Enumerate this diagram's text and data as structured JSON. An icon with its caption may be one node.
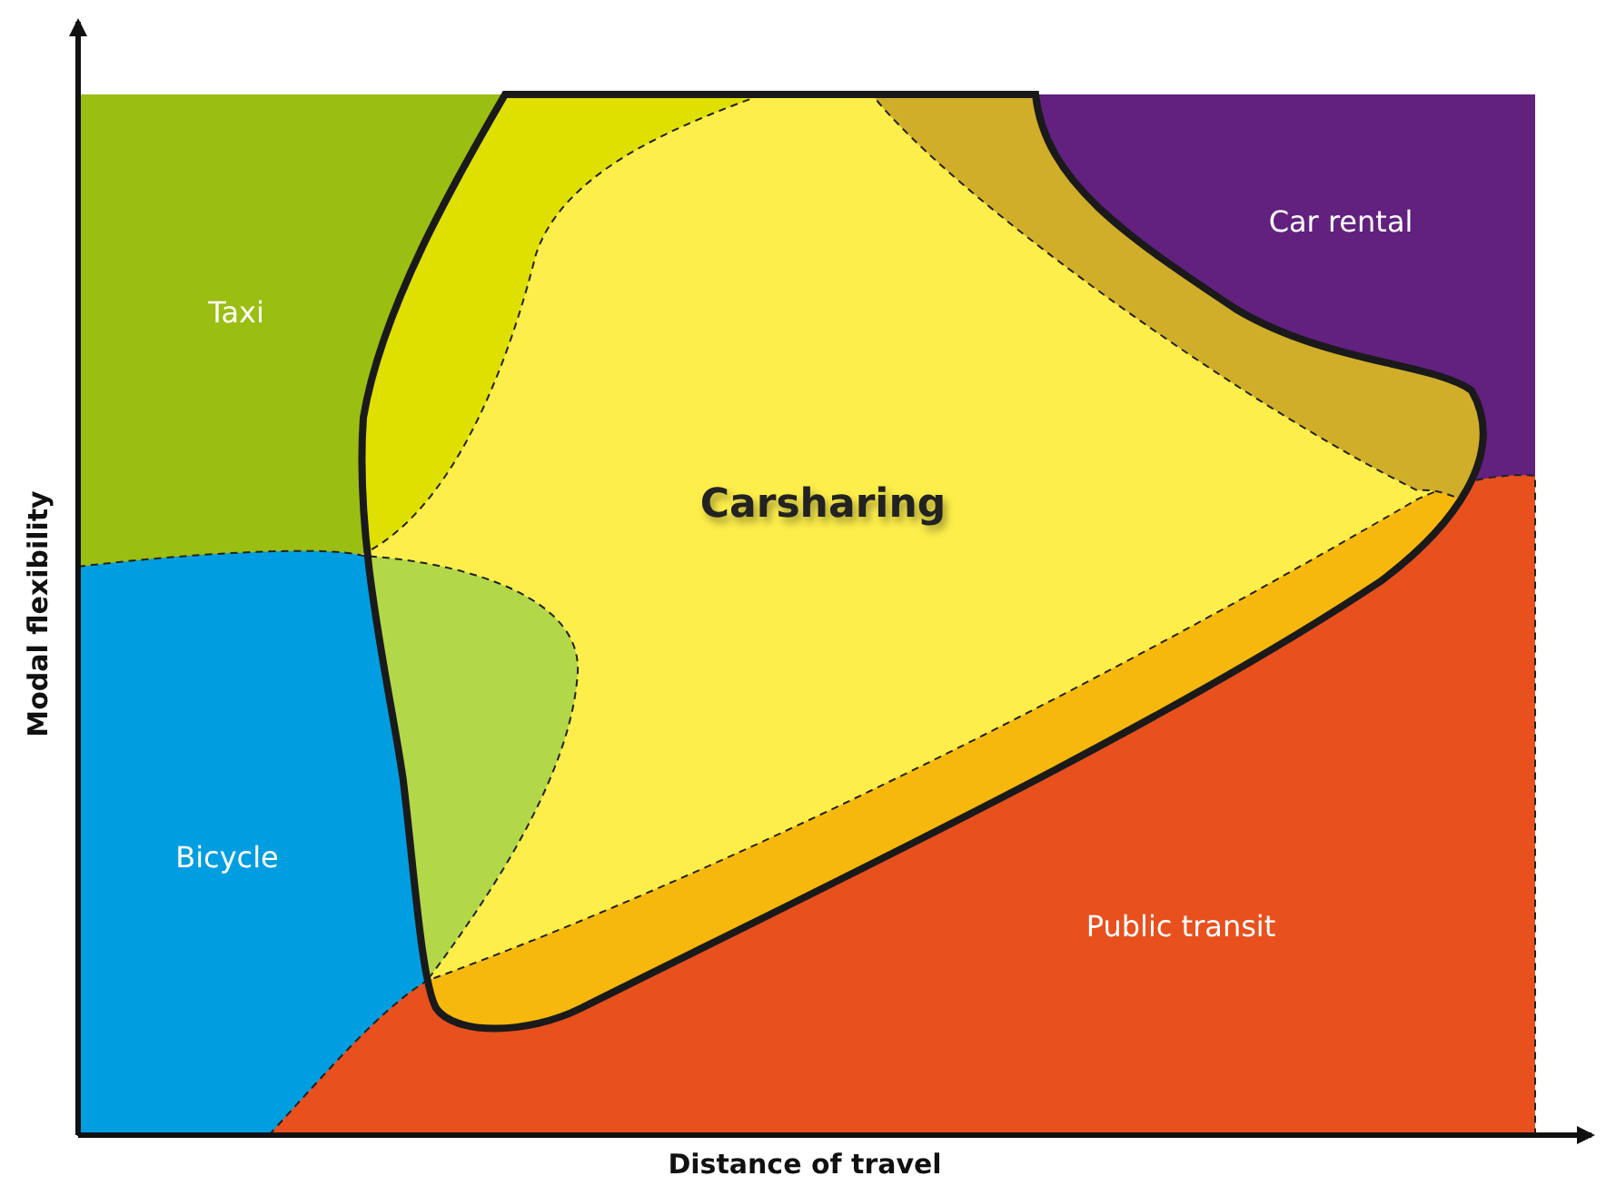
{
  "diagram": {
    "nodes": [
      {
        "text": [
          "Taxi"
        ]
      },
      {
        "text": [
          "Car rental"
        ]
      },
      {
        "text": [
          "Carsharing"
        ]
      },
      {
        "text": [
          "Bicycle"
        ]
      },
      {
        "text": [
          "Public transit"
        ]
      }
    ],
    "labels": [
      "Modal flexibility",
      "Distance of travel"
    ]
  }
}
